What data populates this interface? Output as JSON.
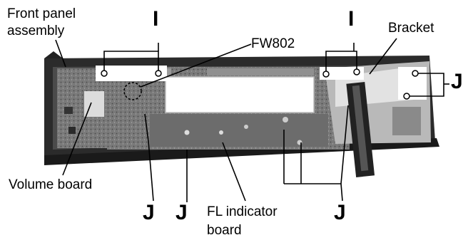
{
  "labels": {
    "front_panel_assembly": [
      "Front panel",
      "assembly"
    ],
    "fw802": "FW802",
    "bracket": "Bracket",
    "volume_board": "Volume board",
    "fl_indicator_board": [
      "FL indicator",
      "board"
    ]
  },
  "screw_markers": {
    "i": "I",
    "j": "J"
  }
}
